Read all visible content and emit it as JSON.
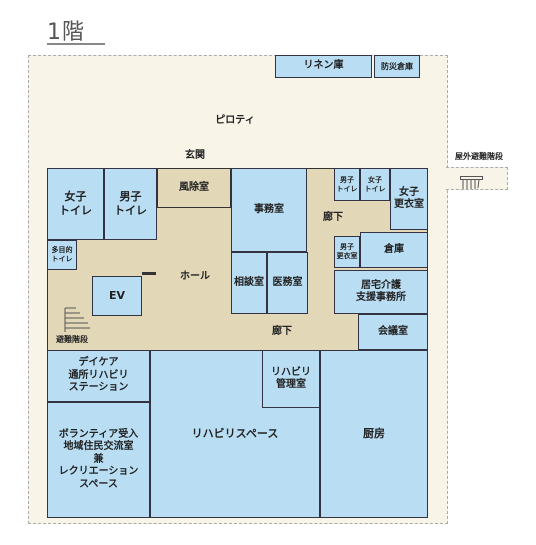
{
  "floor_label": "1階",
  "rooms": {
    "linen": "リネン庫",
    "disaster_storage": "防災倉庫",
    "piloti": "ピロティ",
    "entrance": "玄関",
    "outdoor_stairs": "屋外避難階段",
    "womens_toilet": "女子\nトイレ",
    "mens_toilet": "男子\nトイレ",
    "windbreak": "風除室",
    "office": "事務室",
    "corridor_upper": "廊下",
    "mens_toilet_small": "男子\nトイレ",
    "womens_toilet_small": "女子\nトイレ",
    "womens_changing": "女子\n更衣室",
    "multipurpose_toilet": "多目的\nトイレ",
    "mens_changing": "男子\n更衣室",
    "storage": "倉庫",
    "hall": "ホール",
    "consultation": "相談室",
    "medical": "医務室",
    "home_care": "居宅介護\n支援事務所",
    "ev": "EV",
    "evac_stairs": "避難階段",
    "corridor_lower": "廊下",
    "meeting": "会議室",
    "daycare": "デイケア\n通所リハビリ\nステーション",
    "rehab_mgmt": "リハビリ\n管理室",
    "kitchen": "厨房",
    "volunteer": "ボランティア受入\n地域住民交流室\n兼\nレクリエーション\nスペース",
    "rehab_space": "リハビリスペース"
  }
}
